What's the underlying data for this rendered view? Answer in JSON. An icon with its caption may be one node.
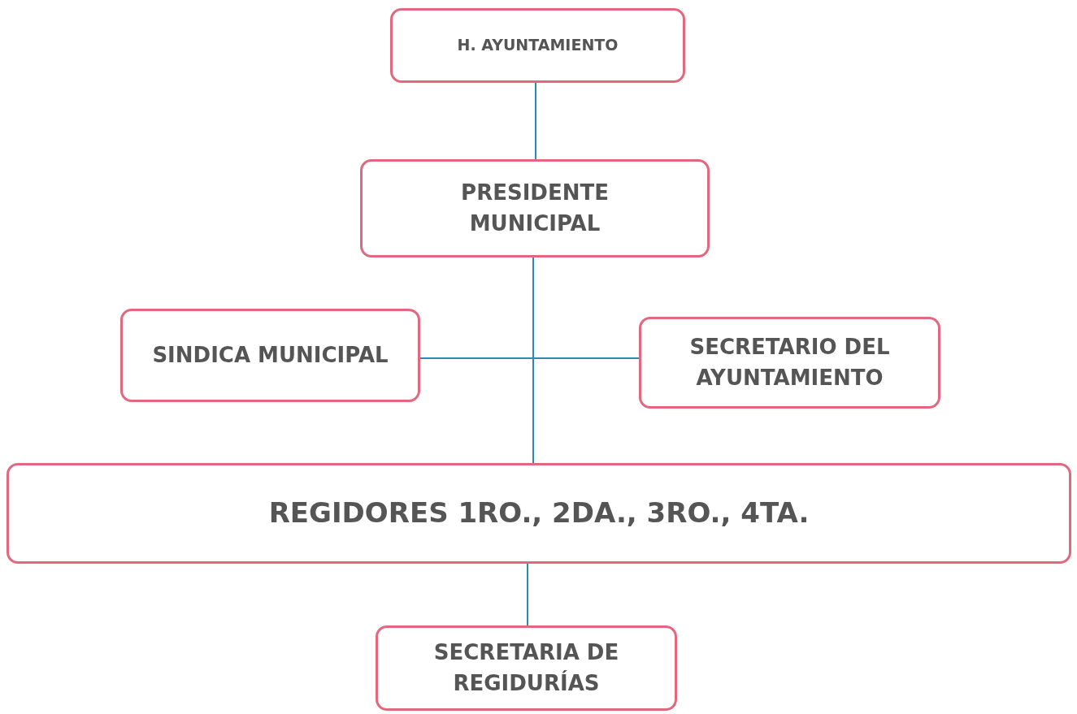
{
  "diagram": {
    "nodes": [
      {
        "text": [
          "H. AYUNTAMIENTO"
        ]
      },
      {
        "text": [
          "PRESIDENTE MUNICIPAL"
        ]
      },
      {
        "text": [
          "SINDICA MUNICIPAL"
        ]
      },
      {
        "text": [
          "SECRETARIO DEL AYUNTAMIENTO"
        ]
      },
      {
        "text": [
          "REGIDORES 1RO., 2DA., 3RO., 4TA."
        ]
      },
      {
        "text": [
          "SECRETARIA DE REGIDURÍAS"
        ]
      }
    ],
    "edges": [
      {
        "from": 0,
        "to": 1,
        "arrow": "none"
      },
      {
        "from": 1,
        "to": 2,
        "arrow": "none"
      },
      {
        "from": 1,
        "to": 3,
        "arrow": "none"
      },
      {
        "from": 1,
        "to": 4,
        "arrow": "none"
      },
      {
        "from": 4,
        "to": 5,
        "arrow": "none"
      }
    ]
  }
}
